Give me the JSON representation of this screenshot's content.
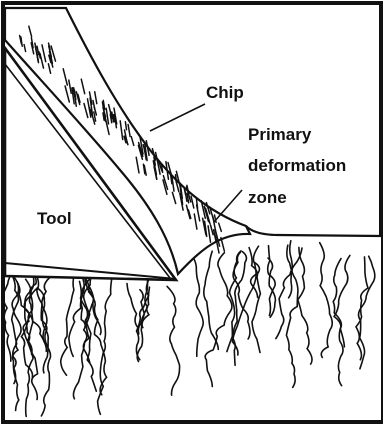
{
  "labels": {
    "chip": "Chip",
    "primary": "Primary",
    "deformation": "deformation",
    "zone": "zone",
    "tool": "Tool"
  },
  "colors": {
    "ink": "#111111",
    "paper": "#ffffff"
  }
}
